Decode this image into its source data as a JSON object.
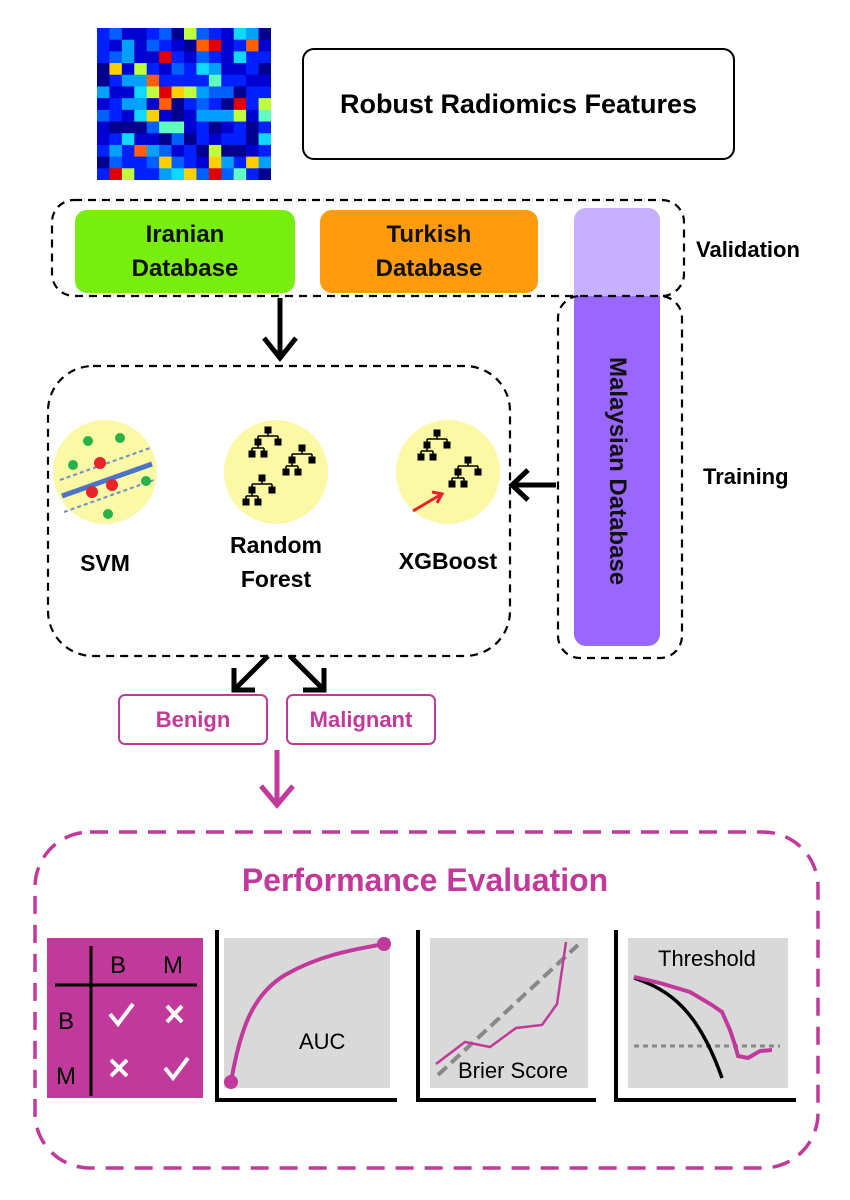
{
  "title": "Robust Radiomics Features",
  "databases": {
    "iranian": "Iranian\nDatabase",
    "turkish": "Turkish\nDatabase",
    "malaysian": "Malaysian Database"
  },
  "labels": {
    "validation": "Validation",
    "training": "Training"
  },
  "models": [
    {
      "name": "SVM"
    },
    {
      "name": "Random\nForest"
    },
    {
      "name": "XGBoost"
    }
  ],
  "outputs": {
    "benign": "Benign",
    "malignant": "Malignant"
  },
  "performance": {
    "title": "Performance Evaluation",
    "confusion_matrix": {
      "col_headers": [
        "B",
        "M"
      ],
      "row_headers": [
        "B",
        "M"
      ]
    },
    "plots": {
      "auc": "AUC",
      "brier": "Brier Score",
      "threshold": "Threshold"
    }
  },
  "colors": {
    "iranian": "#77ee0f",
    "turkish": "#ff9b0c",
    "malaysian": "#9966ff",
    "malaysian_light": "#c7b0ff",
    "accent": "#c1399a",
    "model_bg": "#fbf8a6"
  }
}
